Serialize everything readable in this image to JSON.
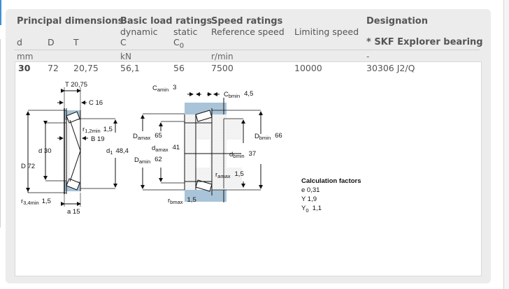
{
  "table": {
    "groups": {
      "principal_dimensions": "Principal dimensions",
      "basic_load_ratings": "Basic load ratings",
      "speed_ratings": "Speed ratings",
      "designation": "Designation"
    },
    "subheaders": {
      "dynamic": "dynamic",
      "static": "static",
      "reference_speed": "Reference speed",
      "limiting_speed": "Limiting speed",
      "explorer_note": "* SKF Explorer bearing"
    },
    "columns": {
      "d": "d",
      "D": "D",
      "T": "T",
      "C": "C",
      "C0": "C",
      "C0_sub": "0"
    },
    "units": {
      "dims": "mm",
      "load": "kN",
      "speed": "r/min",
      "designation": "-"
    },
    "row": {
      "d": "30",
      "D": "72",
      "T": "20,75",
      "C": "56,1",
      "C0": "56",
      "reference_speed": "7500",
      "limiting_speed": "10000",
      "designation": "30306 J2/Q"
    }
  },
  "drawing_left": {
    "T": "T  20,75",
    "C": "C  16",
    "r12_label": "r",
    "r12_sub": "1,2min",
    "r12_val": "1,5",
    "B": "B  19",
    "d": "d  30",
    "d1_label": "d",
    "d1_sub": "1",
    "d1_val": "48,4",
    "D": "D  72",
    "r34_label": "r",
    "r34_sub": "3,4min",
    "r34_val": "1,5",
    "a": "a  15"
  },
  "drawing_right": {
    "Camin_label": "C",
    "Camin_sub": "amin",
    "Camin_val": "3",
    "Cbmin_label": "C",
    "Cbmin_sub": "bmin",
    "Cbmin_val": "4,5",
    "Damax_label": "D",
    "Damax_sub": "amax",
    "Damax_val": "65",
    "damax_label": "d",
    "damax_sub": "amax",
    "damax_val": "41",
    "Damin_label": "D",
    "Damin_sub": "amin",
    "Damin_val": "62",
    "Dbmin_label": "D",
    "Dbmin_sub": "bmin",
    "Dbmin_val": "66",
    "dbmin_label": "d",
    "dbmin_sub": "bmin",
    "dbmin_val": "37",
    "ramax_label": "r",
    "ramax_sub": "amax",
    "ramax_val": "1,5",
    "rbmax_label": "r",
    "rbmax_sub": "bmax",
    "rbmax_val": "1,5"
  },
  "calculation_factors": {
    "title": "Calculation factors",
    "e": "e  0,31",
    "Y": "Y  1,9",
    "Y0_label": "Y",
    "Y0_sub": "0",
    "Y0_val": "1,1"
  },
  "colors": {
    "panel": "#ececec",
    "ring_fill": "#a9c4d8",
    "accent": "#3d8fd4"
  }
}
